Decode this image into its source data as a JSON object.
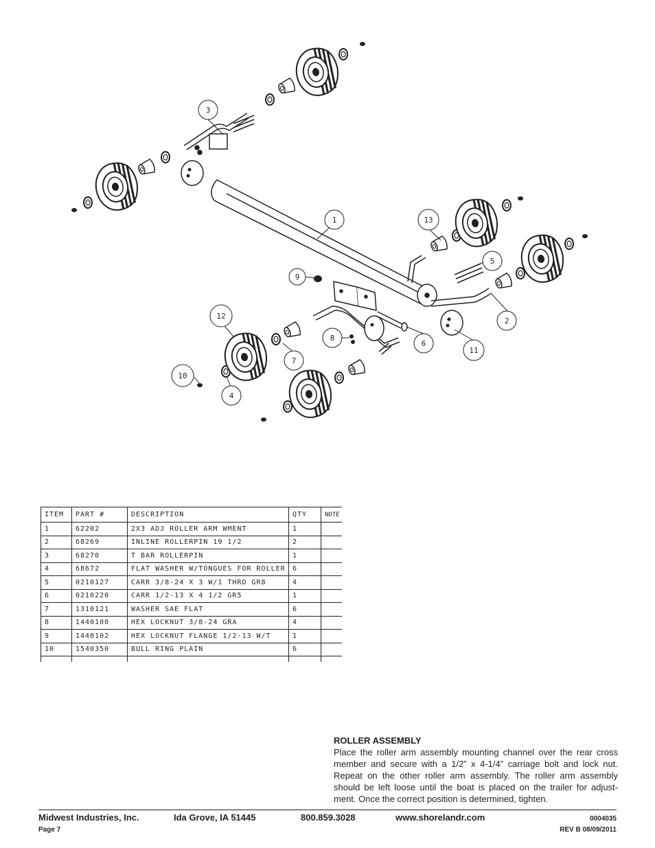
{
  "callouts": [
    "1",
    "2",
    "3",
    "4",
    "5",
    "6",
    "7",
    "8",
    "9",
    "10",
    "11",
    "12",
    "13"
  ],
  "parts_table": {
    "headers": [
      "ITEM",
      "PART #",
      "DESCRIPTION",
      "QTY",
      "NOTE"
    ],
    "rows": [
      {
        "item": "1",
        "part": "62202",
        "description": "2X3 ADJ ROLLER ARM WMENT",
        "qty": "1",
        "note": ""
      },
      {
        "item": "2",
        "part": "68269",
        "description": "INLINE ROLLERPIN 19 1/2",
        "qty": "2",
        "note": ""
      },
      {
        "item": "3",
        "part": "68270",
        "description": "T BAR ROLLERPIN",
        "qty": "1",
        "note": ""
      },
      {
        "item": "4",
        "part": "68672",
        "description": "FLAT WASHER W/TONGUES FOR ROLLER",
        "qty": "6",
        "note": ""
      },
      {
        "item": "5",
        "part": "0210127",
        "description": "CARR 3/8-24 X 3 W/1 THRD GR8",
        "qty": "4",
        "note": ""
      },
      {
        "item": "6",
        "part": "0210220",
        "description": "CARR 1/2-13 X 4 1/2 GR5",
        "qty": "1",
        "note": ""
      },
      {
        "item": "7",
        "part": "1310121",
        "description": "WASHER SAE FLAT",
        "qty": "6",
        "note": ""
      },
      {
        "item": "8",
        "part": "1440100",
        "description": "HEX LOCKNUT 3/8-24 GRA",
        "qty": "4",
        "note": ""
      },
      {
        "item": "9",
        "part": "1440102",
        "description": "HEX LOCKNUT FLANGE 1/2-13 W/T",
        "qty": "1",
        "note": ""
      },
      {
        "item": "10",
        "part": "1540350",
        "description": "BULL RING PLAIN",
        "qty": "6",
        "note": ""
      }
    ]
  },
  "instructions": {
    "title": "ROLLER ASSEMBLY",
    "body": "Place the roller arm assembly mounting channel over the rear cross member and secure with a 1/2” x 4-1/4” carriage bolt and lock nut. Repeat on the other roller arm assembly. The roller arm assembly should be left loose until the boat is placed on the trailer for adjust-ment. Once the correct position is determined, tighten."
  },
  "footer": {
    "company": "Midwest Industries, Inc.",
    "location": "Ida Grove, IA  51445",
    "phone": "800.859.3028",
    "website": "www.shorelandr.com",
    "doc_number": "0004035",
    "page": "Page 7",
    "revision": "REV B  08/09/2011"
  }
}
